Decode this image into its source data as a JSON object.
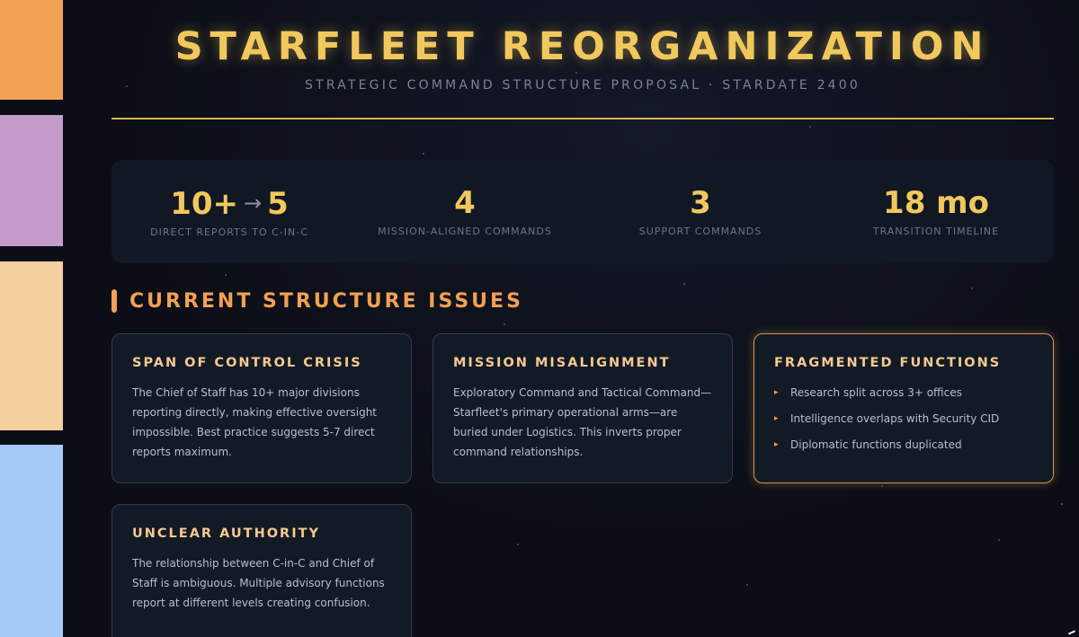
{
  "header": {
    "title": "STARFLEET REORGANIZATION",
    "subtitle": "STRATEGIC COMMAND STRUCTURE PROPOSAL · STARDATE 2400"
  },
  "stats": [
    {
      "value_from": "10+",
      "arrow": "→",
      "value_to": "5",
      "label": "DIRECT REPORTS TO C-IN-C"
    },
    {
      "value": "4",
      "label": "MISSION-ALIGNED COMMANDS"
    },
    {
      "value": "3",
      "label": "SUPPORT COMMANDS"
    },
    {
      "value": "18 mo",
      "label": "TRANSITION TIMELINE"
    }
  ],
  "section": {
    "title": "CURRENT STRUCTURE ISSUES"
  },
  "cards": [
    {
      "title": "SPAN OF CONTROL CRISIS",
      "body": "The Chief of Staff has 10+ major divisions reporting directly, making effective oversight impossible. Best practice suggests 5-7 direct reports maximum."
    },
    {
      "title": "MISSION MISALIGNMENT",
      "body": "Exploratory Command and Tactical Command—Starfleet's primary operational arms—are buried under Logistics. This inverts proper command relationships."
    },
    {
      "title": "FRAGMENTED FUNCTIONS",
      "items": [
        "Research split across 3+ offices",
        "Intelligence overlaps with Security CID",
        "Diplomatic functions duplicated"
      ]
    },
    {
      "title": "UNCLEAR AUTHORITY",
      "body": "The relationship between C-in-C and Chief of Staff is ambiguous. Multiple advisory functions report at different levels creating confusion."
    }
  ],
  "colors": {
    "gold": "#f1c85d",
    "orange": "#f2a052",
    "lilac": "#c59bc9",
    "peach": "#f6cf9e",
    "blue": "#a6caf7",
    "background": "#0b0e16"
  }
}
